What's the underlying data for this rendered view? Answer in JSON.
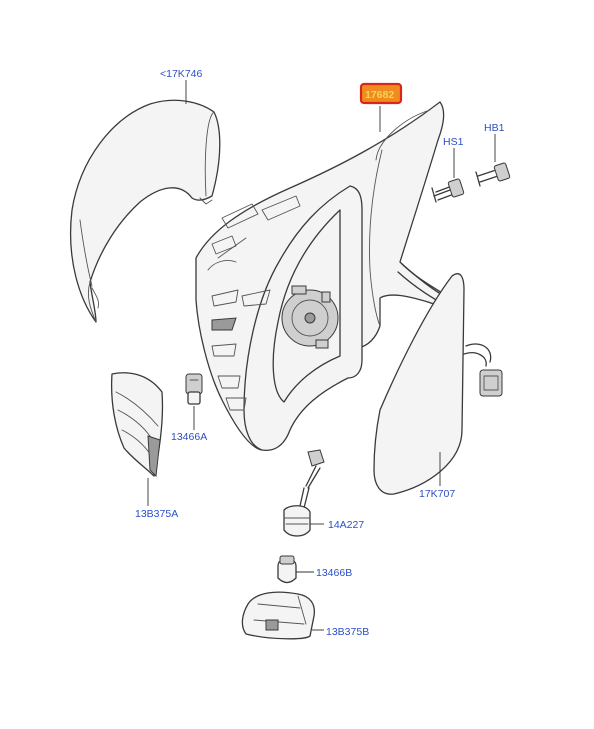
{
  "labels": {
    "cover": "<17K746",
    "housing": "17682",
    "screw_hs1": "HS1",
    "screw_hb1": "HB1",
    "bulb_a": "13466A",
    "lamp_a": "13B375A",
    "glass": "17K707",
    "socket": "14A227",
    "bulb_b": "13466B",
    "lamp_b": "13B375B"
  },
  "colors": {
    "label": "#2b4fc7",
    "highlight_fill": "#f08c1e",
    "highlight_border": "#d9261c",
    "highlight_text": "#f3d35a"
  }
}
